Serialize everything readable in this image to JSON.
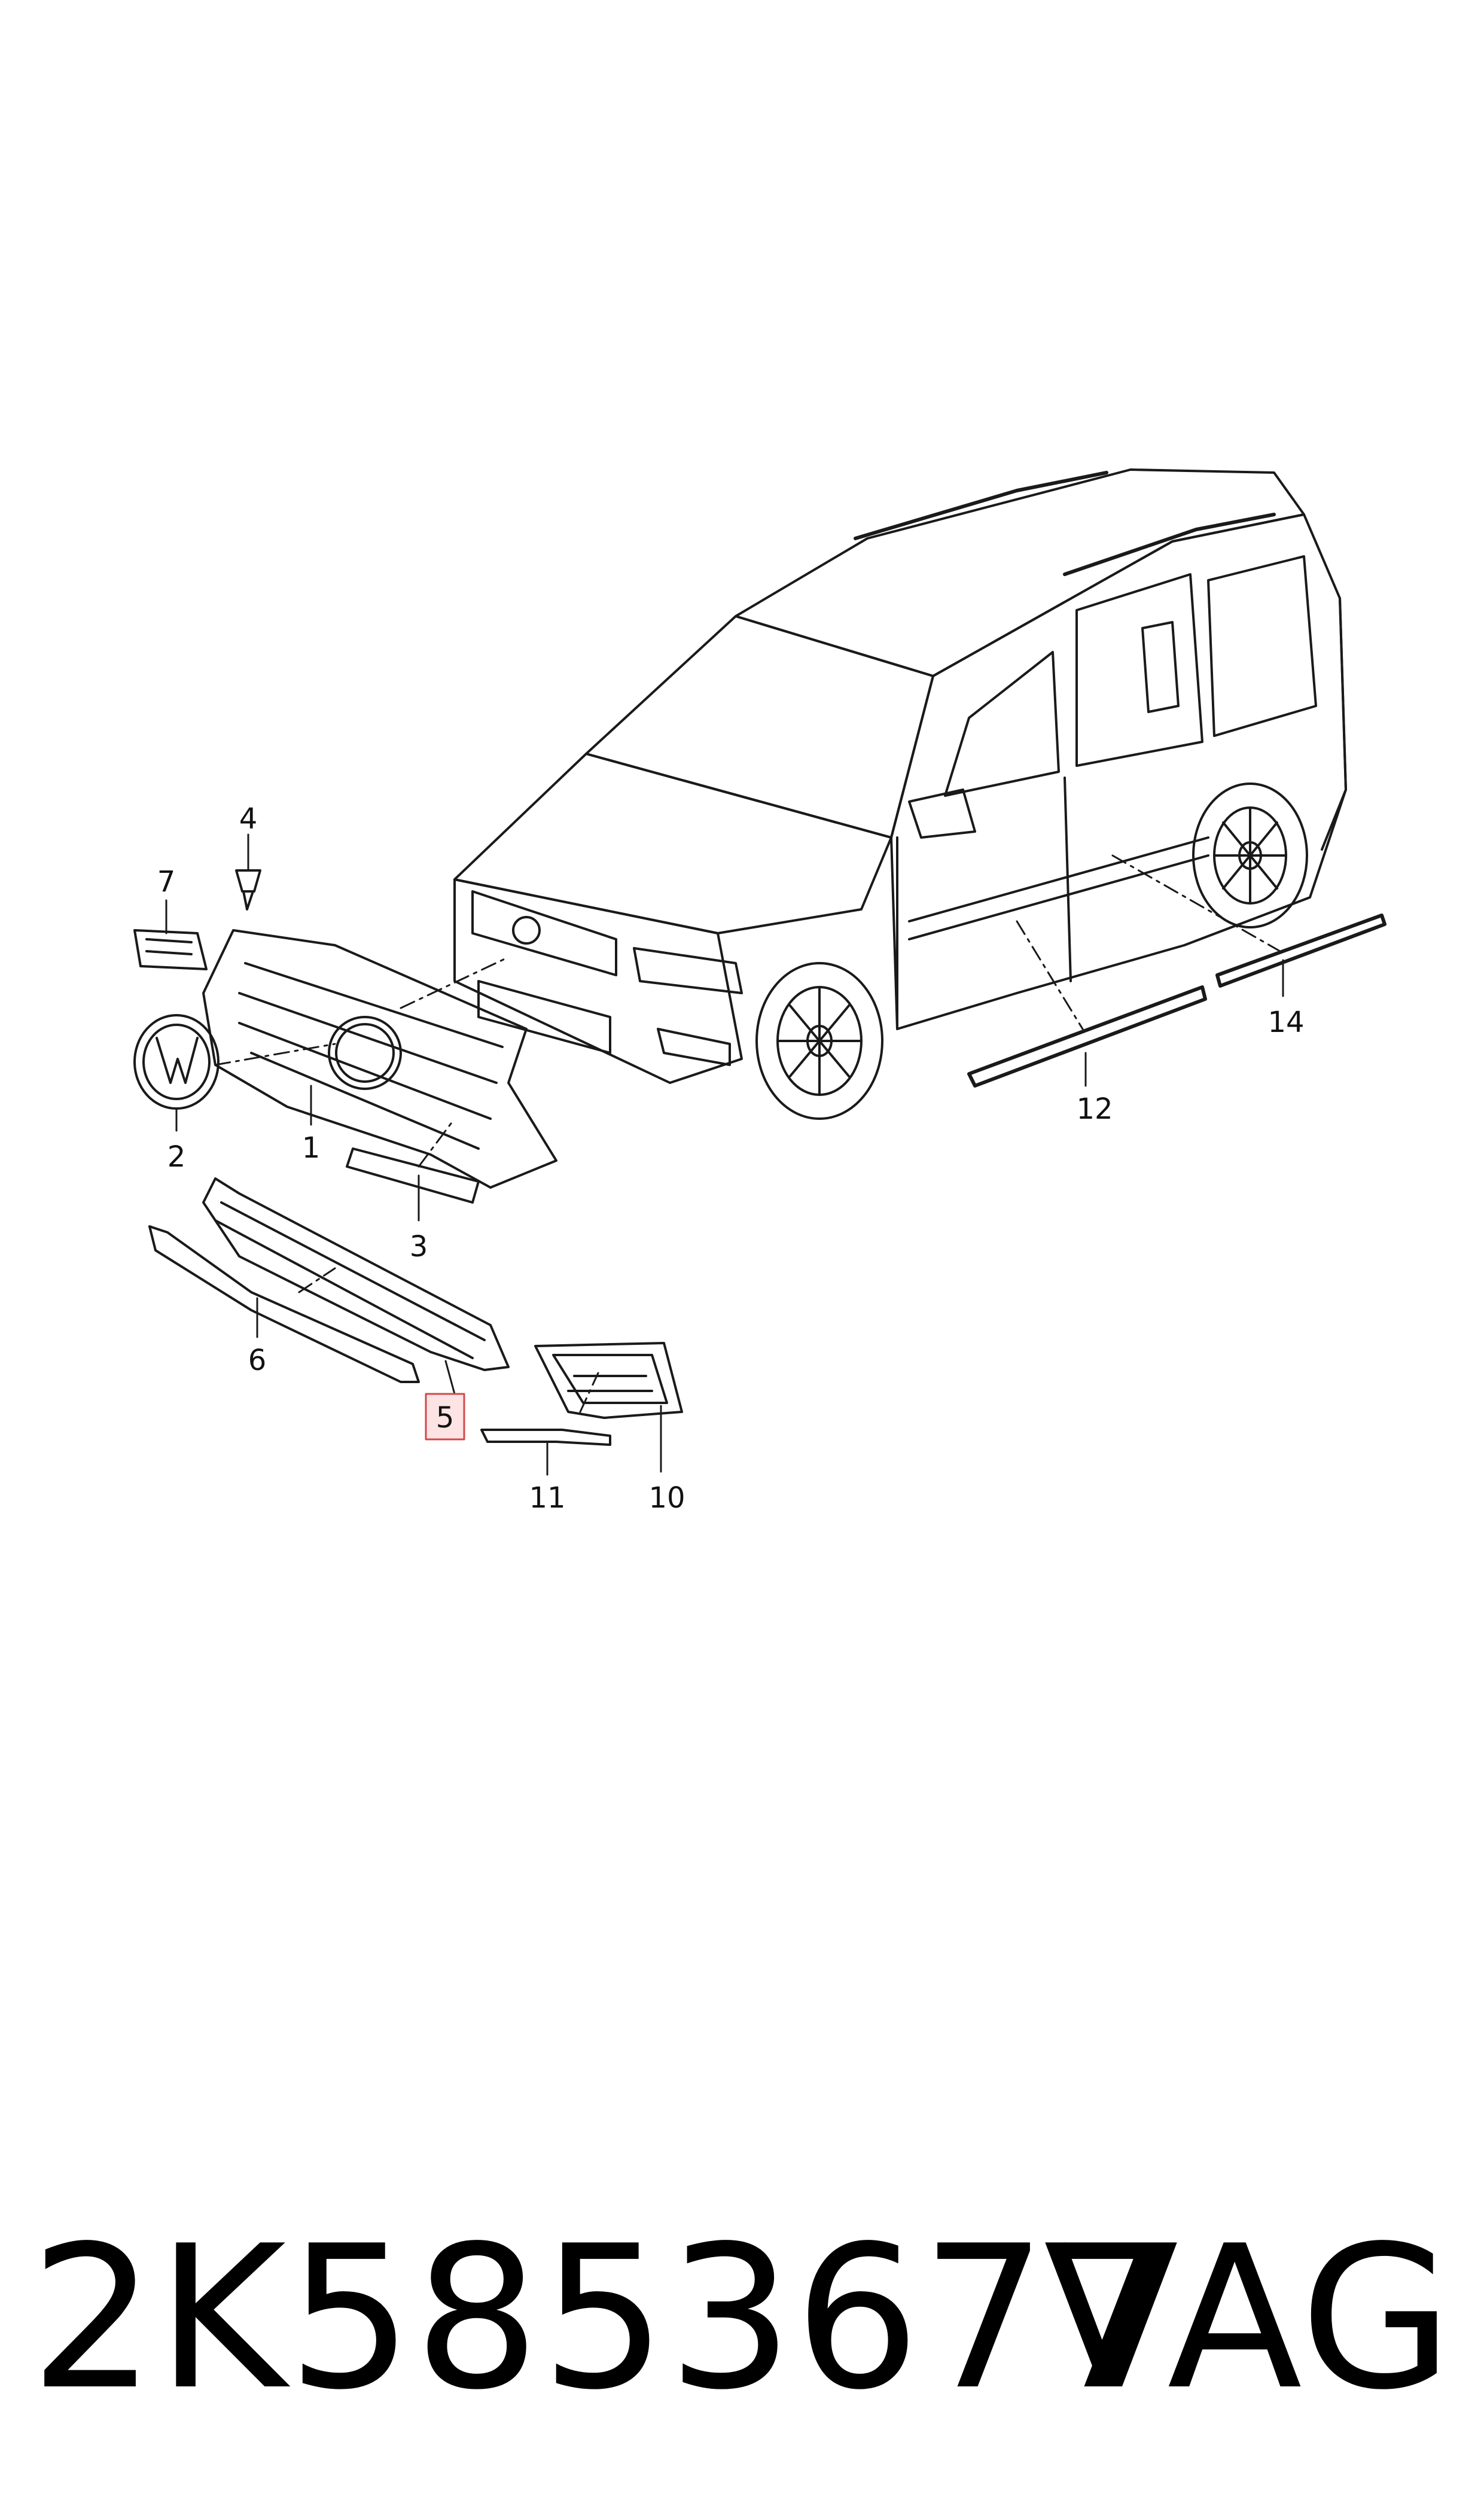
{
  "callouts": {
    "c1": "1",
    "c2": "2",
    "c3": "3",
    "c4": "4",
    "c5": "5",
    "c6": "6",
    "c7": "7",
    "c10": "10",
    "c11": "11",
    "c12": "12",
    "c14": "14"
  },
  "highlighted_callout": "5",
  "footer": {
    "part_number": "2K5853677",
    "brand": "VAG"
  },
  "colors": {
    "line": "#1a1a1a",
    "highlight_border": "#d24a4a",
    "highlight_fill": "#fde3e3"
  }
}
